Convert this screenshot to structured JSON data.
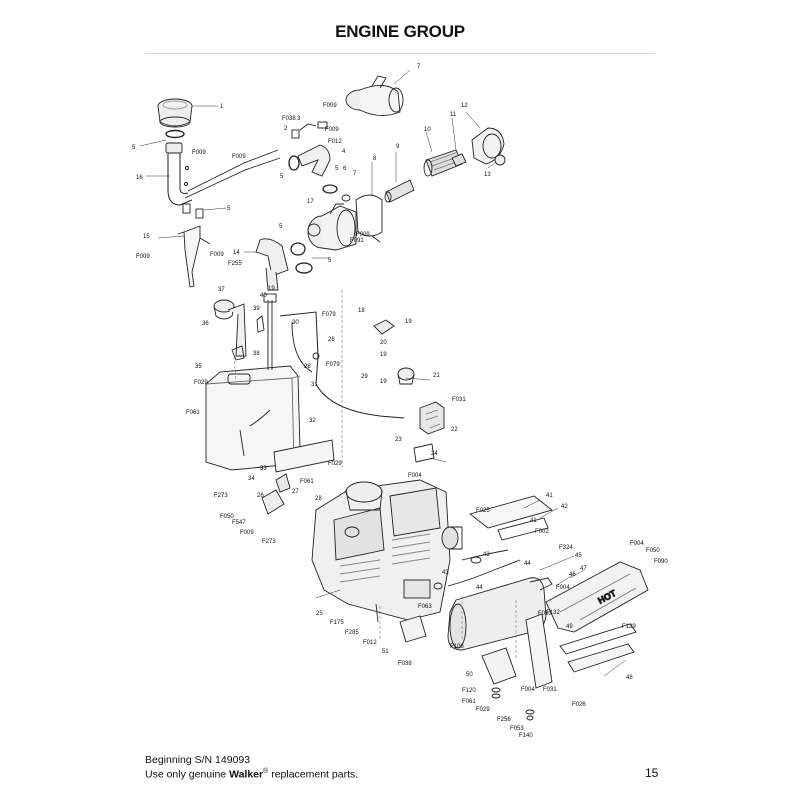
{
  "page": {
    "title": "ENGINE GROUP",
    "serial_note": "Beginning S/N 149093",
    "footer_prefix": "Use only genuine ",
    "footer_brand": "Walker",
    "footer_reg": "®",
    "footer_suffix": " replacement parts.",
    "page_number": "15"
  },
  "diagram": {
    "muffler_stamp": "HOT",
    "labels": [
      "1",
      "2",
      "3",
      "4",
      "5",
      "5",
      "5",
      "5",
      "5",
      "5",
      "6",
      "7",
      "7",
      "8",
      "9",
      "10",
      "11",
      "12",
      "13",
      "14",
      "15",
      "16",
      "17",
      "18",
      "19",
      "19",
      "19",
      "19",
      "20",
      "21",
      "22",
      "23",
      "24",
      "25",
      "26",
      "27",
      "28",
      "28",
      "28",
      "29",
      "30",
      "31",
      "32",
      "33",
      "34",
      "35",
      "36",
      "37",
      "38",
      "39",
      "40",
      "41",
      "41",
      "42",
      "43",
      "43",
      "44",
      "44",
      "45",
      "46",
      "47",
      "48",
      "49",
      "50",
      "51",
      "F002",
      "F004",
      "F004",
      "F004",
      "F004",
      "F009",
      "F009",
      "F009",
      "F009",
      "F009",
      "F009",
      "F009",
      "F009",
      "F012",
      "F012",
      "F025",
      "F026",
      "F029",
      "F029",
      "F029",
      "F031",
      "F031",
      "F038",
      "F038",
      "F050",
      "F050",
      "F050",
      "F053",
      "F061",
      "F061",
      "F061",
      "F063",
      "F079",
      "F079",
      "F090",
      "F091",
      "F106",
      "F120",
      "F129",
      "F132",
      "F140",
      "F175",
      "F255",
      "F256",
      "F273",
      "F273",
      "F285",
      "F324",
      "F547"
    ]
  }
}
